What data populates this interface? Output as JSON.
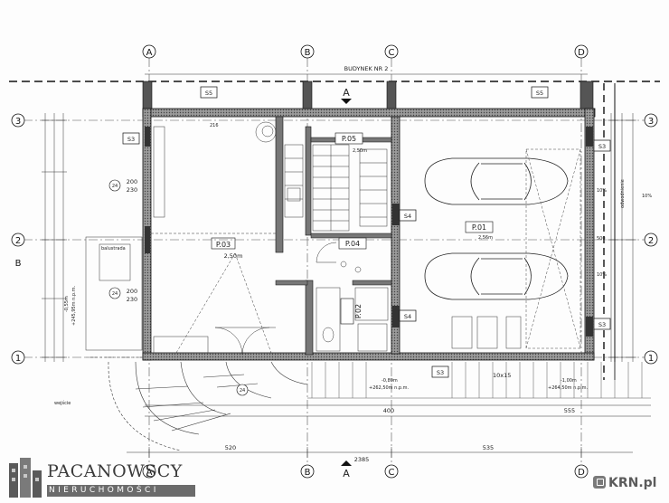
{
  "drawing": {
    "building_label": "BUDYNEK NR 2",
    "section_mark": "A",
    "column_axes": [
      "A",
      "B",
      "C",
      "D"
    ],
    "row_axes": [
      "1",
      "2",
      "3"
    ],
    "row_axis_b": "B",
    "rooms": [
      {
        "id": "P.01",
        "area": "2,56m"
      },
      {
        "id": "P.02",
        "area": ""
      },
      {
        "id": "P.03",
        "area": "2,50m"
      },
      {
        "id": "P.04",
        "area": ""
      },
      {
        "id": "P.05",
        "area": "2,50m"
      }
    ],
    "section_tags": [
      "S5",
      "S5",
      "S3",
      "S3",
      "S4",
      "S4",
      "S3",
      "S3"
    ],
    "elevations": {
      "left": "-0,55m",
      "left_abs": "+245,95m n.p.m.",
      "bottom_left": "-0,89m",
      "bottom_left_abs": "+262,50m n.p.m.",
      "bottom_right": "-1,00m",
      "bottom_right_abs": "+264,50m n.p.m."
    },
    "labels": {
      "stairs": "24",
      "stairs2": "24",
      "stair_count": "200",
      "stair_count2": "230",
      "dim_1": "500",
      "dim_2": "535",
      "dim_3": "520",
      "dim_4": "2385",
      "dim_5": "400",
      "dim_6": "555",
      "dim_7": "216",
      "dim_8": "10x15",
      "pct_1": "10%",
      "pct_2": "10%",
      "pct_3": "10%",
      "note_right": "odwodnienie",
      "note_left": "balustrada",
      "landing": "wejście"
    }
  },
  "brand": {
    "name": "PACANOWSCY",
    "sub": "NIERUCHOMOŚCI"
  },
  "watermark": {
    "text": "KRN.pl"
  }
}
